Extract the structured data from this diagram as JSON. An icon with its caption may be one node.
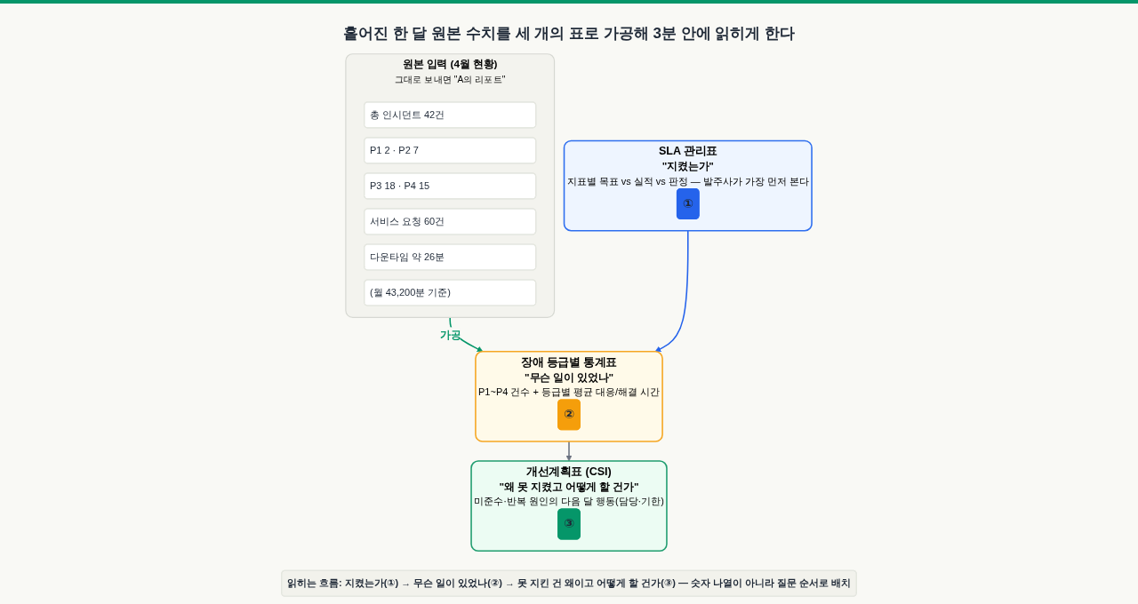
{
  "diagram": {
    "title": "흩어진 한 달 원본 수치를 세 개의 표로 가공해 3분 안에 읽히게 한다",
    "nodes": [
      {
        "text": [
          "원본 입력 (4월 현황)",
          "그대로 보내면 \"A의 리포트\""
        ]
      },
      {
        "text": [
          "총 인시던트 42건"
        ],
        "in": 0
      },
      {
        "text": [
          "P1 2 · P2 7"
        ],
        "in": 0
      },
      {
        "text": [
          "P3 18 · P4 15"
        ],
        "in": 0
      },
      {
        "text": [
          "서비스 요청 60건"
        ],
        "in": 0
      },
      {
        "text": [
          "다운타임 약 26분"
        ],
        "in": 0
      },
      {
        "text": [
          "(월 43,200분 기준)"
        ],
        "in": 0
      },
      {
        "text": [
          "SLA 관리표",
          "\"지켰는가\"",
          "지표별 목표 vs 실적 vs 판정 — 발주사가 가장 먼저 본다"
        ]
      },
      {
        "text": [
          "①"
        ],
        "in": 7
      },
      {
        "text": [
          "장애 등급별 통계표",
          "\"무슨 일이 있었나\"",
          "P1~P4 건수 + 등급별 평균 대응/해결 시간"
        ]
      },
      {
        "text": [
          "②"
        ],
        "in": 9
      },
      {
        "text": [
          "개선계획표 (CSI)",
          "\"왜 못 지켰고 어떻게 할 건가\"",
          "미준수·반복 원인의 다음 달 행동(담당·기한)"
        ]
      },
      {
        "text": [
          "③"
        ],
        "in": 11
      },
      {
        "text": [
          "읽히는 흐름: 지켰는가(①) → 무슨 일이 있었나(②) → 못 지킨 건 왜이고 어떻게 할 건가(③) — 숫자 나열이 아니라 질문 순서로 배치"
        ]
      }
    ],
    "edges": [
      {
        "from": 0,
        "to": 9,
        "arrow": "to",
        "label": "가공",
        "color": "#059669"
      },
      {
        "from": 7,
        "to": 9,
        "arrow": "to",
        "color": "#2563eb"
      },
      {
        "from": 9,
        "to": 11,
        "arrow": "to",
        "color": "#6b7280"
      }
    ]
  }
}
